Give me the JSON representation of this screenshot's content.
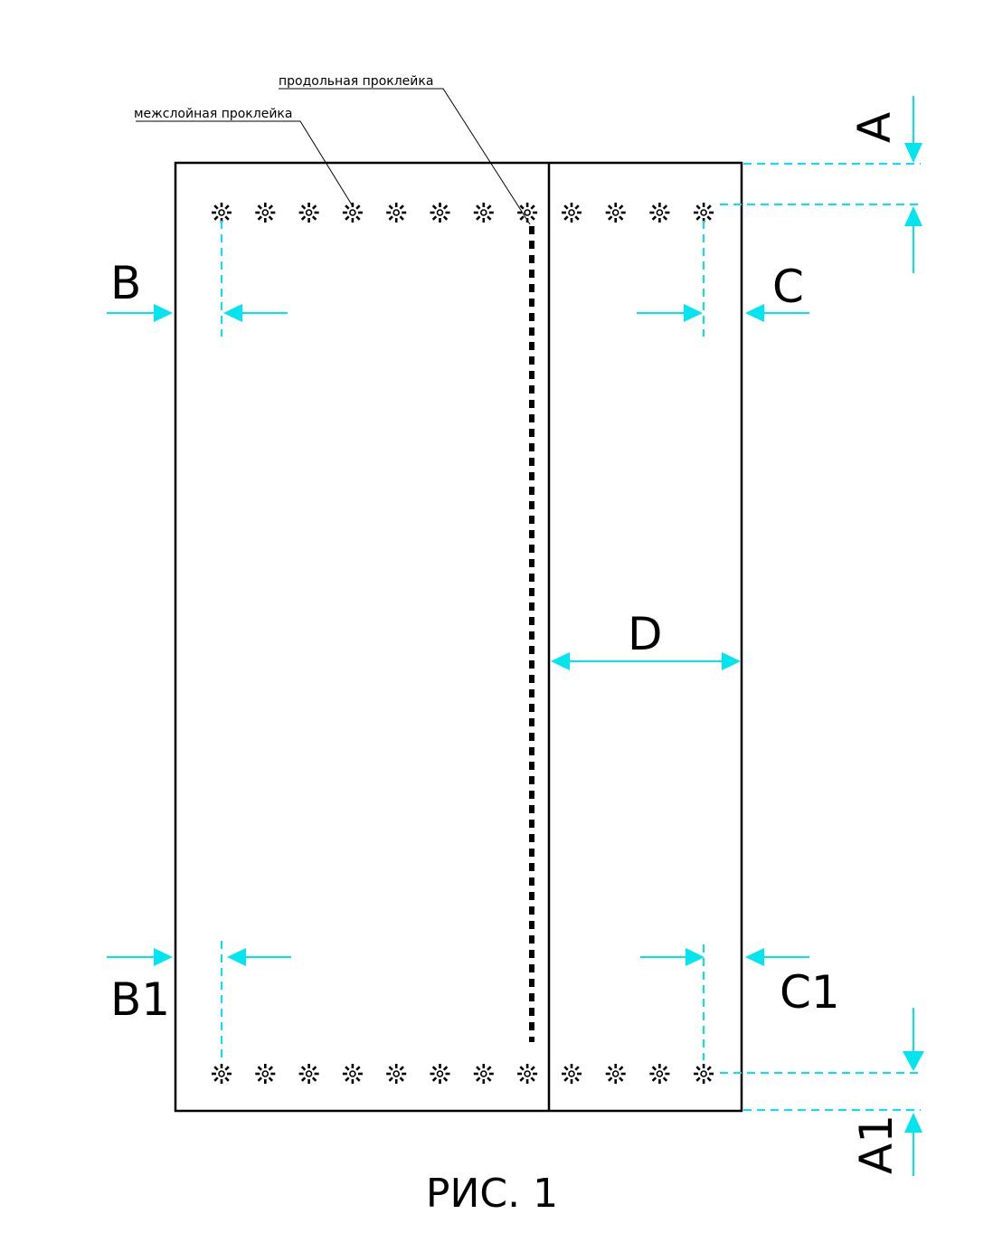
{
  "annotations": {
    "longitudinal": "продольная проклейка",
    "interlayer": "межслойная проклейка"
  },
  "dimensions": {
    "a": "A",
    "a1": "A1",
    "b": "B",
    "b1": "B1",
    "c": "C",
    "c1": "C1",
    "d": "D"
  },
  "caption": "РИС. 1",
  "colors": {
    "outline": "#000000",
    "dimension": "#00e5ee"
  },
  "glue_points": {
    "left_panel_per_row": 8,
    "right_panel_per_row": 4,
    "rows": 2
  }
}
